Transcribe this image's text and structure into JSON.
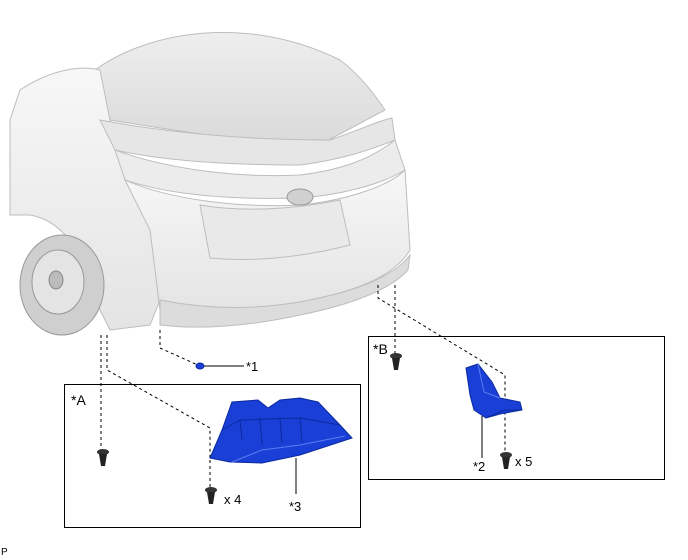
{
  "labels": {
    "callout_1": "*1",
    "callout_2": "*2",
    "callout_3": "*3",
    "detail_a": "*A",
    "detail_b": "*B",
    "qty_a": "x 4",
    "qty_b": "x 5",
    "corner_mark": "P"
  },
  "colors": {
    "part_blue": "#1a3fd6",
    "part_blue_dark": "#0b2a9e",
    "car_body": "#f2f2f2",
    "car_shade": "#d8d8d8",
    "line": "#000000"
  },
  "icons": {
    "screw": "screw-icon",
    "clip": "clip-icon"
  }
}
